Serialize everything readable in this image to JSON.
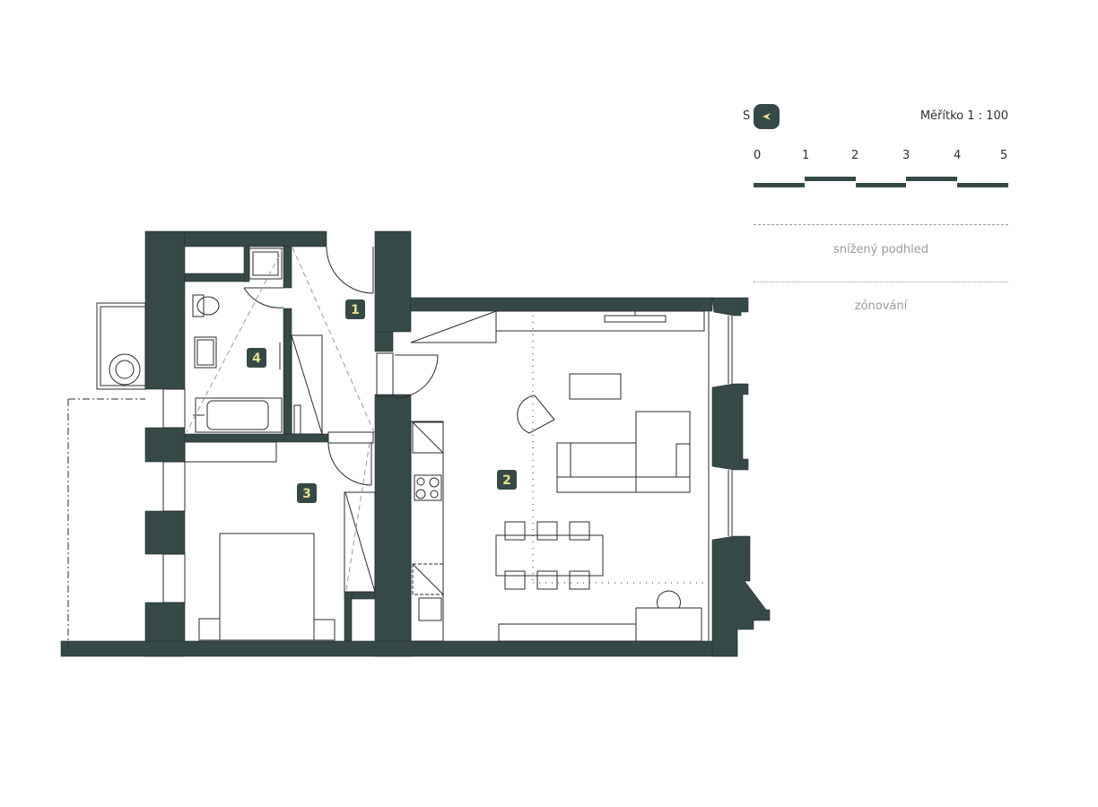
{
  "legend": {
    "north_label": "S",
    "scale_title": "Měřítko 1 : 100",
    "scale_ticks": [
      "0",
      "1",
      "2",
      "3",
      "4",
      "5"
    ],
    "items": [
      {
        "style": "dashed",
        "label": "snížený podhled"
      },
      {
        "style": "dotted",
        "label": "zónování"
      }
    ]
  },
  "rooms": [
    {
      "number": "1"
    },
    {
      "number": "2"
    },
    {
      "number": "3"
    },
    {
      "number": "4"
    }
  ],
  "colors": {
    "wall": "#354a47",
    "room_label_bg": "#354a47",
    "room_label_text": "#e6e08a",
    "line": "#2b2b2b",
    "legend_text": "#9a9a9a"
  }
}
